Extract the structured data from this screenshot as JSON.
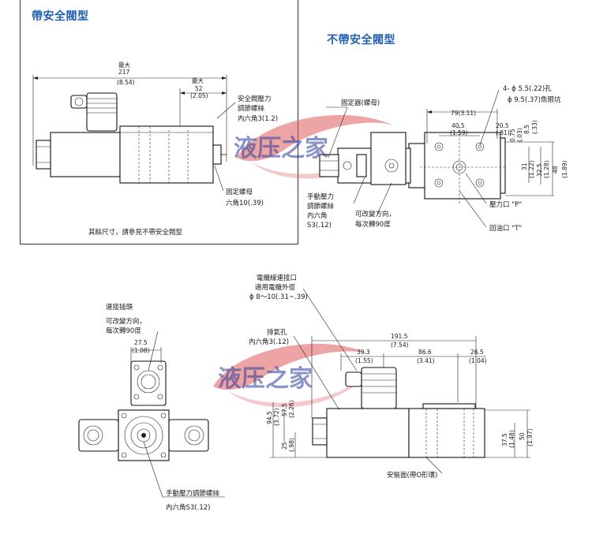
{
  "sections": {
    "with_safety_valve": {
      "title": "帶安全閥型",
      "dim_max_label": "最大",
      "dim_overall": "217",
      "dim_overall_in": "(8.54)",
      "dim_max_label_2": "最大",
      "dim_safety": "52",
      "dim_safety_in": "(2.05)",
      "label_safety_screw_1": "安全閥壓力",
      "label_safety_screw_2": "調節螺絲",
      "label_safety_screw_3": "內六角3(1.2)",
      "label_lock_nut_1": "固定螺母",
      "label_lock_nut_2": "六角10(.39)",
      "note": "其餘尺寸，請參見不帶安全閥型"
    },
    "without_safety_valve": {
      "title": "不帶安全閥型",
      "label_fixer": "固定器(螺母)",
      "label_holes_1": "4- ϕ 5.5(.22)孔",
      "label_holes_2": "ϕ 9.5(.37)魚眼坑",
      "dim_79": "79(3.11)",
      "dim_40_5": "40.5",
      "dim_40_5_in": "(1.59)",
      "dim_20_5": "20.5",
      "dim_20_5_in": "(.81)",
      "dim_0_75": "0.75",
      "dim_0_75_in": "(.03)",
      "dim_8_5": "8.5",
      "dim_8_5_in": "(.33)",
      "dim_31": "31",
      "dim_31_in": "(1.22)",
      "dim_32_5": "32.5",
      "dim_32_5_in": "(1.28)",
      "dim_48": "48",
      "dim_48_in": "(1.89)",
      "label_manual_1": "手動壓力",
      "label_manual_2": "調節螺絲",
      "label_manual_3": "內六角",
      "label_manual_4": "S3(.12)",
      "label_rotate_1": "可改變方向，",
      "label_rotate_2": "每次轉90度",
      "label_port_p": "壓力口 \"P\"",
      "label_port_t": "回油口 \"T\""
    },
    "lower_left": {
      "label_connector": "連接插頭",
      "label_rotate_1": "可改變方向，",
      "label_rotate_2": "每次轉90度",
      "dim_27_5": "27.5",
      "dim_27_5_in": "(1.08)",
      "label_manual_1": "手動壓力調節螺絲",
      "label_manual_2": "內六角S3(.12)"
    },
    "lower_right": {
      "label_cable_1": "電纜線連接口",
      "label_cable_2": "適用電纜外徑",
      "label_cable_3": "ϕ 8～10(.31~.39)",
      "label_vent_1": "排氣孔",
      "label_vent_2": "內六角3(.12)",
      "dim_191_5": "191.5",
      "dim_191_5_in": "(7.54)",
      "dim_39_3": "39.3",
      "dim_39_3_in": "(1.55)",
      "dim_86_6": "86.6",
      "dim_86_6_in": "(3.41)",
      "dim_26_5": "26.5",
      "dim_26_5_in": "(1.04)",
      "dim_94_5": "94.5",
      "dim_94_5_in": "(3.72)",
      "dim_57_5": "57.5",
      "dim_57_5_in": "(2.26)",
      "dim_25": "25",
      "dim_25_in": "(.98)",
      "dim_37_5": "37.5",
      "dim_37_5_in": "(1.48)",
      "dim_50": "50",
      "dim_50_in": "(1.97)",
      "label_mount": "安裝面(帶O形環)"
    }
  },
  "watermark": {
    "text": "液压之家",
    "color": "#2b3d9a",
    "swoosh_color": "#e05a5a"
  }
}
